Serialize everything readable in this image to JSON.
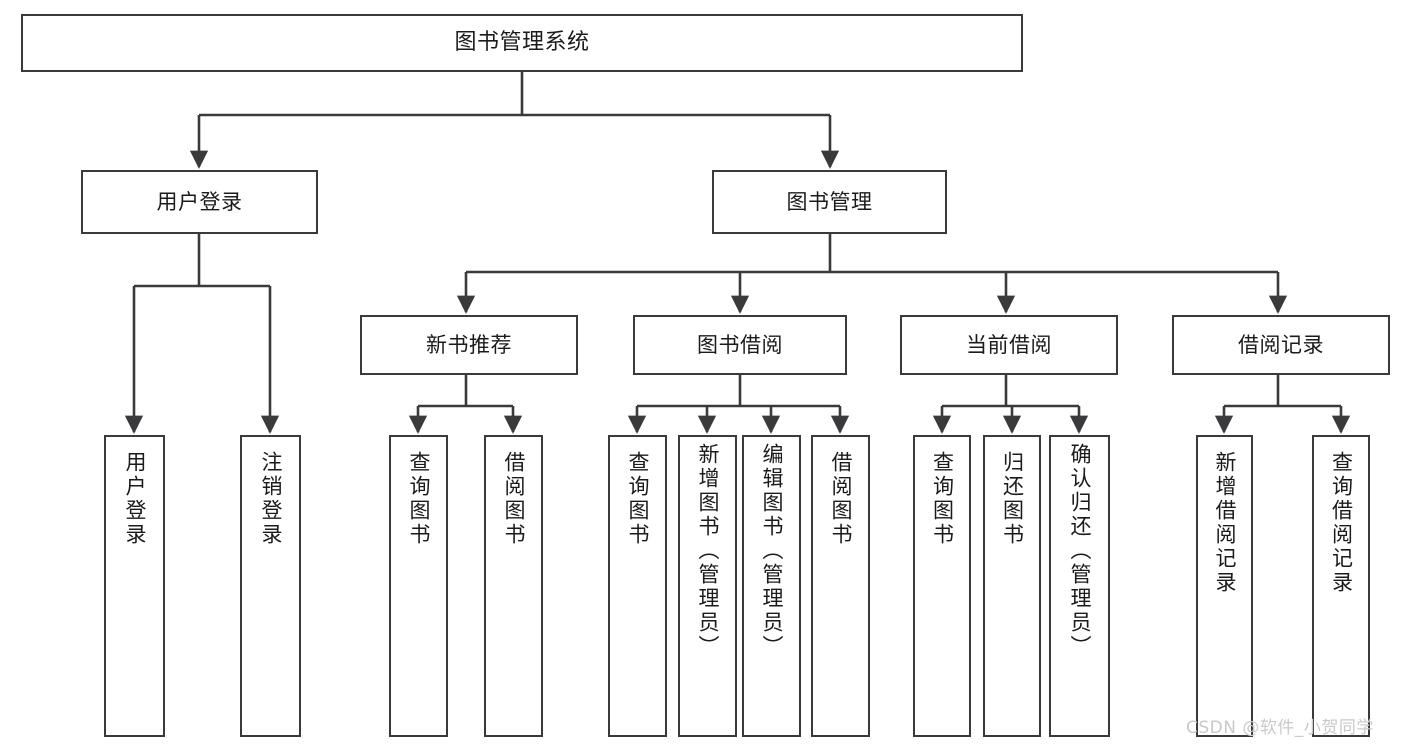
{
  "diagram": {
    "title": "图书管理系统",
    "type": "functional-structure-tree",
    "root": {
      "label": "图书管理系统"
    },
    "level1": [
      {
        "label": "用户登录"
      },
      {
        "label": "图书管理"
      }
    ],
    "level2": [
      {
        "label": "新书推荐"
      },
      {
        "label": "图书借阅"
      },
      {
        "label": "当前借阅"
      },
      {
        "label": "借阅记录"
      }
    ],
    "leaves": {
      "user_login": [
        {
          "label": "用户登录"
        },
        {
          "label": "注销登录"
        }
      ],
      "new_book_recommend": [
        {
          "label": "查询图书"
        },
        {
          "label": "借阅图书"
        }
      ],
      "book_borrow": [
        {
          "label": "查询图书"
        },
        {
          "label": "新增图书（管理员）"
        },
        {
          "label": "编辑图书（管理员）"
        },
        {
          "label": "借阅图书"
        }
      ],
      "current_borrow": [
        {
          "label": "查询图书"
        },
        {
          "label": "归还图书"
        },
        {
          "label": "确认归还（管理员）"
        }
      ],
      "borrow_record": [
        {
          "label": "新增借阅记录"
        },
        {
          "label": "查询借阅记录"
        }
      ]
    }
  },
  "watermark": {
    "text": "CSDN @软件_小贺同学"
  },
  "colors": {
    "background": "#ffffff",
    "box_border": "#3a3a3c",
    "box_fill": "#ffffff",
    "text": "#1b1b1b",
    "connector": "#3a3a3c",
    "watermark": "#c9c9c9"
  }
}
